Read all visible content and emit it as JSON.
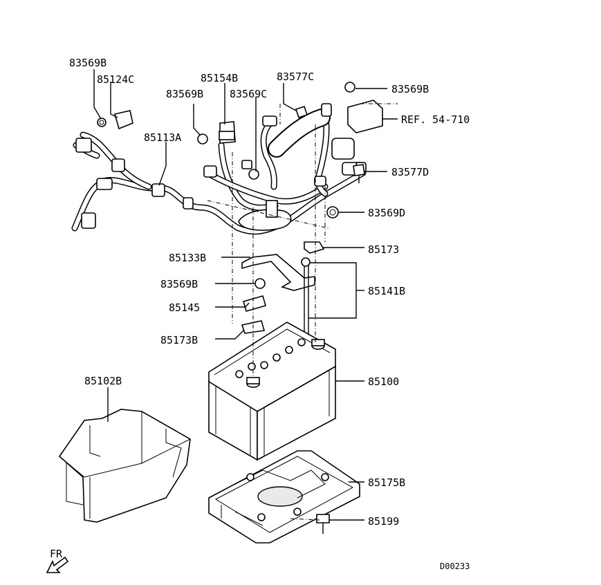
{
  "labels": {
    "l_83569B_top": "83569B",
    "l_85124C": "85124C",
    "l_85154B": "85154B",
    "l_83577C": "83577C",
    "l_83569B_mid": "83569B",
    "l_83569C": "83569C",
    "l_83569B_right": "83569B",
    "l_ref": "REF. 54-710",
    "l_85113A": "85113A",
    "l_83577D": "83577D",
    "l_83569D": "83569D",
    "l_85173": "85173",
    "l_85133B": "85133B",
    "l_83569B_low": "83569B",
    "l_85141B": "85141B",
    "l_85145": "85145",
    "l_85173B": "85173B",
    "l_85102B": "85102B",
    "l_85100": "85100",
    "l_85175B": "85175B",
    "l_85199": "85199",
    "l_fr": "FR",
    "l_code": "D00233"
  }
}
